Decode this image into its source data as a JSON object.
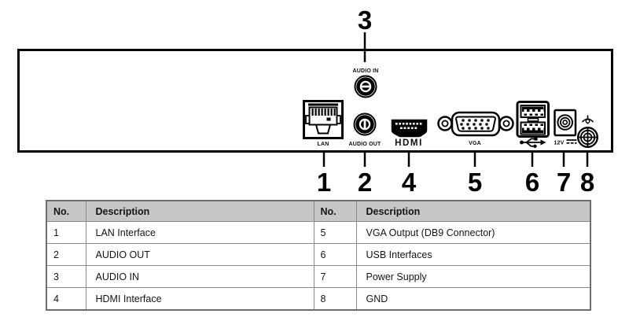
{
  "diagram": {
    "labels": {
      "audio_in": "AUDIO IN",
      "lan": "LAN",
      "audio_out": "AUDIO OUT",
      "hdmi": "HDMI",
      "vga": "VGA",
      "power": "12V"
    },
    "callouts": {
      "c1": "1",
      "c2": "2",
      "c3": "3",
      "c4": "4",
      "c5": "5",
      "c6": "6",
      "c7": "7",
      "c8": "8"
    }
  },
  "table": {
    "header": {
      "no": "No.",
      "description": "Description"
    },
    "rows": [
      {
        "no_l": "1",
        "desc_l": "LAN Interface",
        "no_r": "5",
        "desc_r": "VGA Output (DB9 Connector)"
      },
      {
        "no_l": "2",
        "desc_l": "AUDIO OUT",
        "no_r": "6",
        "desc_r": "USB Interfaces"
      },
      {
        "no_l": "3",
        "desc_l": "AUDIO IN",
        "no_r": "7",
        "desc_r": "Power Supply"
      },
      {
        "no_l": "4",
        "desc_l": "HDMI Interface",
        "no_r": "8",
        "desc_r": "GND"
      }
    ]
  },
  "colors": {
    "table_header_bg": "#c6c6c6",
    "table_border": "#8a8a8a",
    "line": "#000000"
  }
}
